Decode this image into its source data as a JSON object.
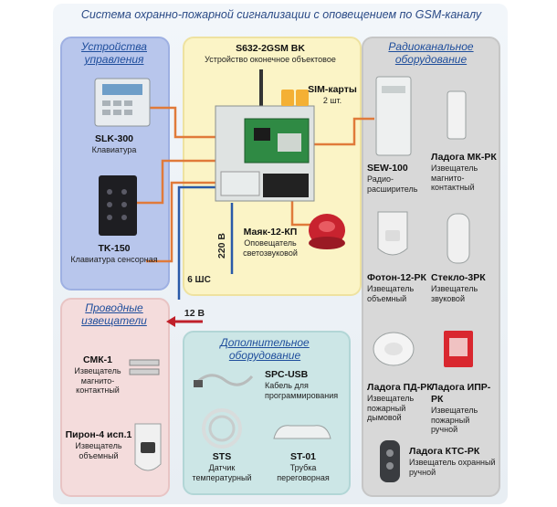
{
  "title": "Система охранно-пожарной сигнализации с оповещением по GSM-каналу",
  "panels": {
    "control": "Устройства управления",
    "radio": "Радиоканальное оборудование",
    "wired": "Проводные извещатели",
    "extra": "Дополнительное оборудование"
  },
  "central": {
    "name": "S632-2GSM BK",
    "desc": "Устройство оконечное объектовое",
    "sim_name": "SIM-карты",
    "sim_count": "2 шт.",
    "power_label": "220 В",
    "loops_label": "6 ШС",
    "out_label": "12 В"
  },
  "devices": {
    "slk300": {
      "name": "SLK-300",
      "desc": "Клавиатура"
    },
    "tk150": {
      "name": "TK-150",
      "desc": "Клавиатура сенсорная"
    },
    "mayak": {
      "name": "Маяк-12-КП",
      "desc": "Оповещатель светозвуковой"
    },
    "sew100": {
      "name": "SEW-100",
      "desc": "Радио-расширитель"
    },
    "ladoga_mk": {
      "name": "Ладога МК-РК",
      "desc": "Извещатель магнито-контактный"
    },
    "foton12": {
      "name": "Фотон-12-РК",
      "desc": "Извещатель объемный"
    },
    "steklo3": {
      "name": "Стекло-3РК",
      "desc": "Извещатель звуковой"
    },
    "ladoga_pd": {
      "name": "Ладога ПД-РК",
      "desc": "Извещатель пожарный дымовой"
    },
    "ladoga_ipr": {
      "name": "Ладога ИПР-РК",
      "desc": "Извещатель пожарный ручной"
    },
    "ladoga_kts": {
      "name": "Ладога КТС-РК",
      "desc": "Извещатель охранный ручной"
    },
    "smk1": {
      "name": "СМК-1",
      "desc": "Извещатель магнито-контактный"
    },
    "piron4": {
      "name": "Пирон-4 исп.1",
      "desc": "Извещатель объемный"
    },
    "spcusb": {
      "name": "SPC-USB",
      "desc": "Кабель для программирования"
    },
    "sts": {
      "name": "STS",
      "desc": "Датчик температурный"
    },
    "st01": {
      "name": "ST-01",
      "desc": "Трубка переговорная"
    }
  },
  "colors": {
    "wire": "#e07a3a",
    "power": "#2a5aa8",
    "arrow": "#c0202a"
  }
}
